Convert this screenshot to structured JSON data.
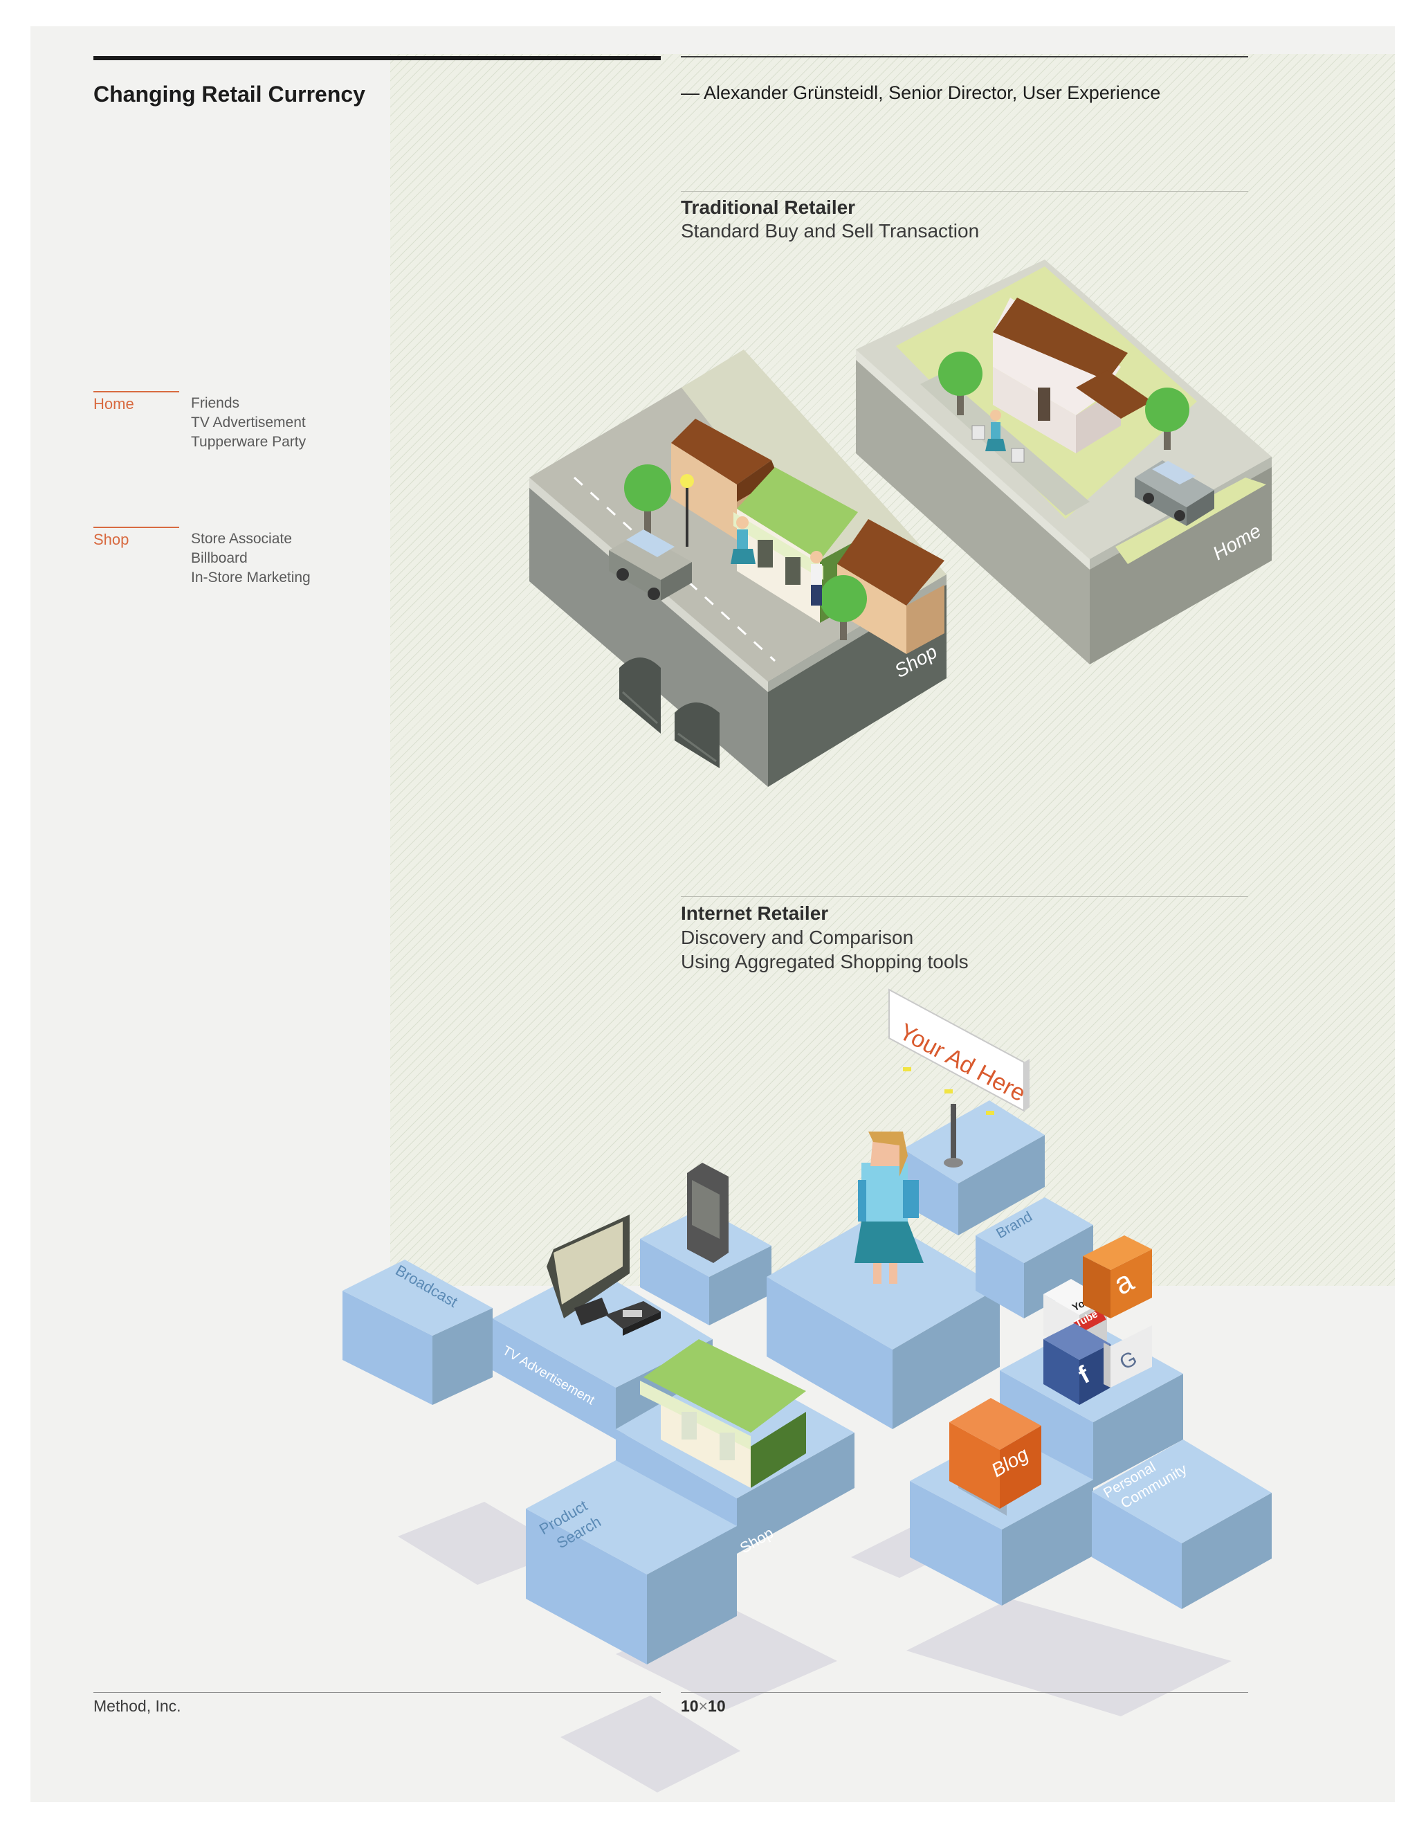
{
  "header": {
    "title": "Changing Retail Currency",
    "quote": "— Alexander Grünsteidl, Senior Director, User Experience"
  },
  "categories": [
    {
      "label": "Home",
      "items": [
        "Friends",
        "TV Advertisement",
        "Tupperware Party"
      ]
    },
    {
      "label": "Shop",
      "items": [
        "Store Associate",
        "Billboard",
        "In-Store Marketing"
      ]
    }
  ],
  "traditional": {
    "title": "Traditional Retailer",
    "subtitle": "Standard Buy and Sell Transaction",
    "labels": {
      "shop": "Shop",
      "home": "Home"
    }
  },
  "internet": {
    "title": "Internet Retailer",
    "subtitle_lines": [
      "Discovery and Comparison",
      "Using Aggregated Shopping tools"
    ],
    "labels": {
      "billboard": "Your Ad Here",
      "broadcast": "Broadcast",
      "tv_ad": "TV Advertisement",
      "brand": "Brand",
      "product_search_1": "Product",
      "product_search_2": "Search",
      "shop": "Shop",
      "blog": "Blog",
      "personal_1": "Personal",
      "personal_2": "Community",
      "youtube_1": "You",
      "youtube_2": "Tube",
      "amazon": "a",
      "facebook": "f",
      "google": "G"
    }
  },
  "footer": {
    "company": "Method, Inc.",
    "page_a": "10",
    "page_sep": "×",
    "page_b": "10"
  },
  "colors": {
    "accent": "#d86a40",
    "block_top": "#b7d3ee",
    "block_left": "#9ec0e6",
    "block_right": "#86a7c3"
  }
}
